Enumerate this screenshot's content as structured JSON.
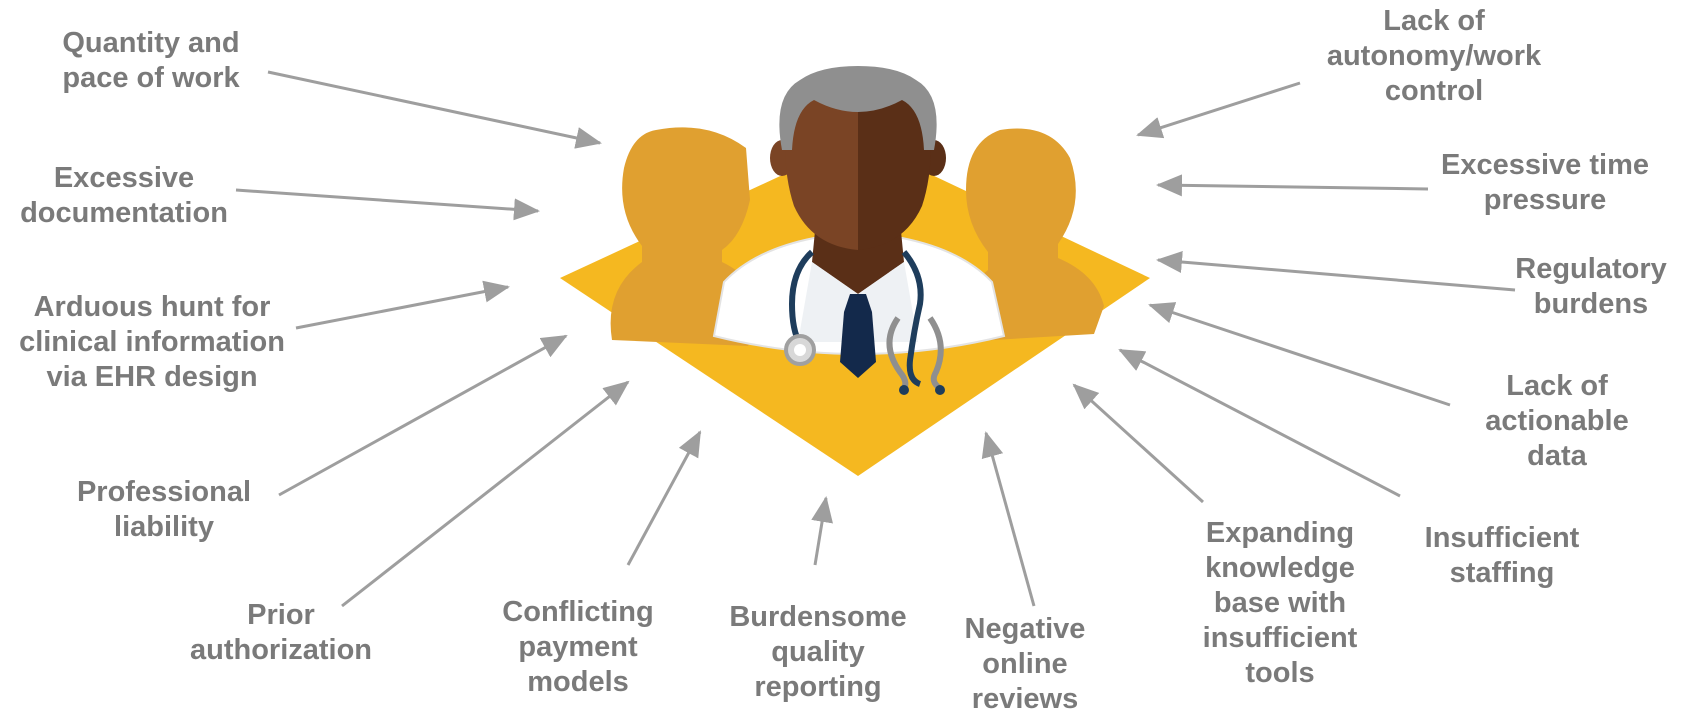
{
  "colors": {
    "label_text": "#7a7a7a",
    "arrow": "#9e9e9e",
    "diamond": "#f5b820",
    "colleague": "#e0a030",
    "skin_light": "#7a4425",
    "skin_dark": "#5a2f17",
    "hair": "#8f8f8f",
    "coat": "#ffffff",
    "shirt": "#eef1f4",
    "tie": "#13294b",
    "stethoscope": "#1e3d5c"
  },
  "icons": {
    "center": "physician-with-stethoscope-icon",
    "left_colleague": "person-silhouette-icon",
    "right_colleague": "person-silhouette-icon"
  },
  "factors": [
    {
      "id": "quantity-pace",
      "lines": [
        "Quantity and",
        "pace of work"
      ]
    },
    {
      "id": "excessive-documentation",
      "lines": [
        "Excessive",
        "documentation"
      ]
    },
    {
      "id": "arduous-hunt",
      "lines": [
        "Arduous hunt for",
        "clinical information",
        "via EHR design"
      ]
    },
    {
      "id": "professional-liability",
      "lines": [
        "Professional",
        "liability"
      ]
    },
    {
      "id": "prior-authorization",
      "lines": [
        "Prior",
        "authorization"
      ]
    },
    {
      "id": "conflicting-payment",
      "lines": [
        "Conflicting",
        "payment",
        "models"
      ]
    },
    {
      "id": "burdensome-quality",
      "lines": [
        "Burdensome",
        "quality",
        "reporting"
      ]
    },
    {
      "id": "negative-reviews",
      "lines": [
        "Negative",
        "online",
        "reviews"
      ]
    },
    {
      "id": "expanding-knowledge",
      "lines": [
        "Expanding",
        "knowledge",
        "base with",
        "insufficient",
        "tools"
      ]
    },
    {
      "id": "insufficient-staffing",
      "lines": [
        "Insufficient",
        "staffing"
      ]
    },
    {
      "id": "lack-actionable-data",
      "lines": [
        "Lack of",
        "actionable",
        "data"
      ]
    },
    {
      "id": "regulatory-burdens",
      "lines": [
        "Regulatory",
        "burdens"
      ]
    },
    {
      "id": "excessive-time-pressure",
      "lines": [
        "Excessive time",
        "pressure"
      ]
    },
    {
      "id": "lack-autonomy",
      "lines": [
        "Lack of",
        "autonomy/work",
        "control"
      ]
    }
  ]
}
